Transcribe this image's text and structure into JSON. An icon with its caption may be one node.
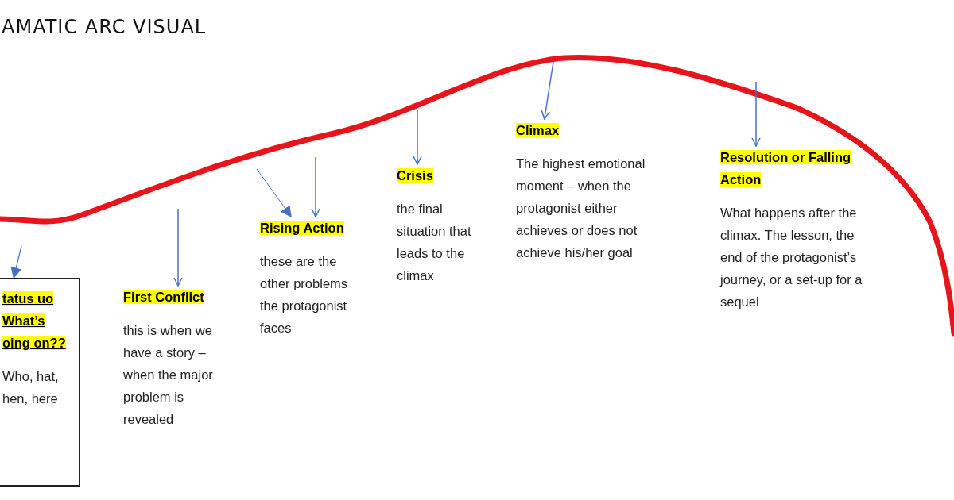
{
  "diagram": {
    "title": "AMATIC ARC VISUAL",
    "nodes": [
      {
        "text": [
          "tatus uo What’s oing on??",
          "Who, hat, hen, here"
        ]
      },
      {
        "text": [
          "First Conflict",
          "this is when we have a story – when the major problem is revealed"
        ]
      },
      {
        "text": [
          "Rising Action",
          "these are the other problems the protagonist faces"
        ]
      },
      {
        "text": [
          "Crisis",
          "the final situation that leads to the climax"
        ]
      },
      {
        "text": [
          "Climax",
          "The highest emotional moment – when the protagonist either achieves or does not achieve his/her goal"
        ]
      },
      {
        "text": [
          "Resolution or Falling Action",
          "What happens after the climax. The lesson, the end of the protagonist’s journey, or a set-up for a sequel"
        ]
      }
    ],
    "edges": [
      {
        "from": null,
        "to": 0,
        "arrow": "to"
      },
      {
        "from": null,
        "to": 1,
        "arrow": "to"
      },
      {
        "from": null,
        "to": 2,
        "arrow": "to"
      },
      {
        "from": null,
        "to": 2,
        "arrow": "to"
      },
      {
        "from": null,
        "to": 3,
        "arrow": "to"
      },
      {
        "from": null,
        "to": 4,
        "arrow": "to"
      },
      {
        "from": null,
        "to": 5,
        "arrow": "to"
      }
    ]
  }
}
